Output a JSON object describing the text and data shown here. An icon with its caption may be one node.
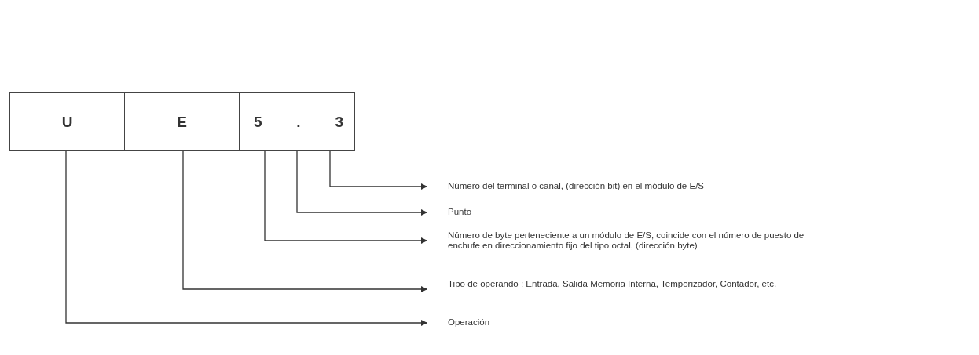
{
  "diagram": {
    "nodes": [
      {
        "text": [
          "U"
        ]
      },
      {
        "text": [
          "E"
        ]
      },
      {
        "text": [
          "5",
          ".",
          "3"
        ]
      },
      {
        "text": [
          "Número del terminal o canal, (dirección bit) en el módulo de E/S"
        ]
      },
      {
        "text": [
          "Punto"
        ]
      },
      {
        "text": [
          "Número de byte perteneciente a un módulo de E/S, coincide con el número de puesto de enchufe en direccionamiento fijo del tipo octal, (dirección byte)"
        ]
      },
      {
        "text": [
          "Tipo de operando : Entrada, Salida Memoria Interna, Temporizador, Contador, etc."
        ]
      },
      {
        "text": [
          "Operación"
        ]
      }
    ],
    "edges": [
      {
        "from": 2,
        "to": 3,
        "arrow": "to"
      },
      {
        "from": 2,
        "to": 4,
        "arrow": "to"
      },
      {
        "from": 2,
        "to": 5,
        "arrow": "to"
      },
      {
        "from": 1,
        "to": 6,
        "arrow": "to"
      },
      {
        "from": 0,
        "to": 7,
        "arrow": "to"
      }
    ]
  }
}
